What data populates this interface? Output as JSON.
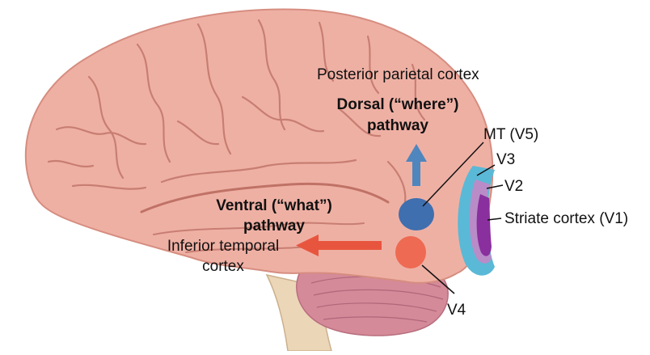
{
  "labels": {
    "posterior_parietal": "Posterior parietal cortex",
    "dorsal_line1": "Dorsal (“where”)",
    "dorsal_line2": "pathway",
    "mt": "MT (V5)",
    "v3": "V3",
    "v2": "V2",
    "striate": "Striate cortex (V1)",
    "ventral_line1": "Ventral (“what”)",
    "ventral_line2": "pathway",
    "inferior_line1": "Inferior temporal",
    "inferior_line2": "cortex",
    "v4": "V4"
  },
  "colors": {
    "brain": "#efb0a4",
    "brain_outline": "#d68d80",
    "sulcus": "#c87e72",
    "cerebellum": "#d48a98",
    "brainstem": "#ecd6b8",
    "dorsal_arrow": "#4f86be",
    "ventral_arrow": "#e8553e",
    "mt_area": "#3f6fae",
    "v4_area": "#ee6a52",
    "v3_area": "#5ab9d6",
    "v2_area": "#b98cc8",
    "v1_area": "#8a2f9e"
  }
}
